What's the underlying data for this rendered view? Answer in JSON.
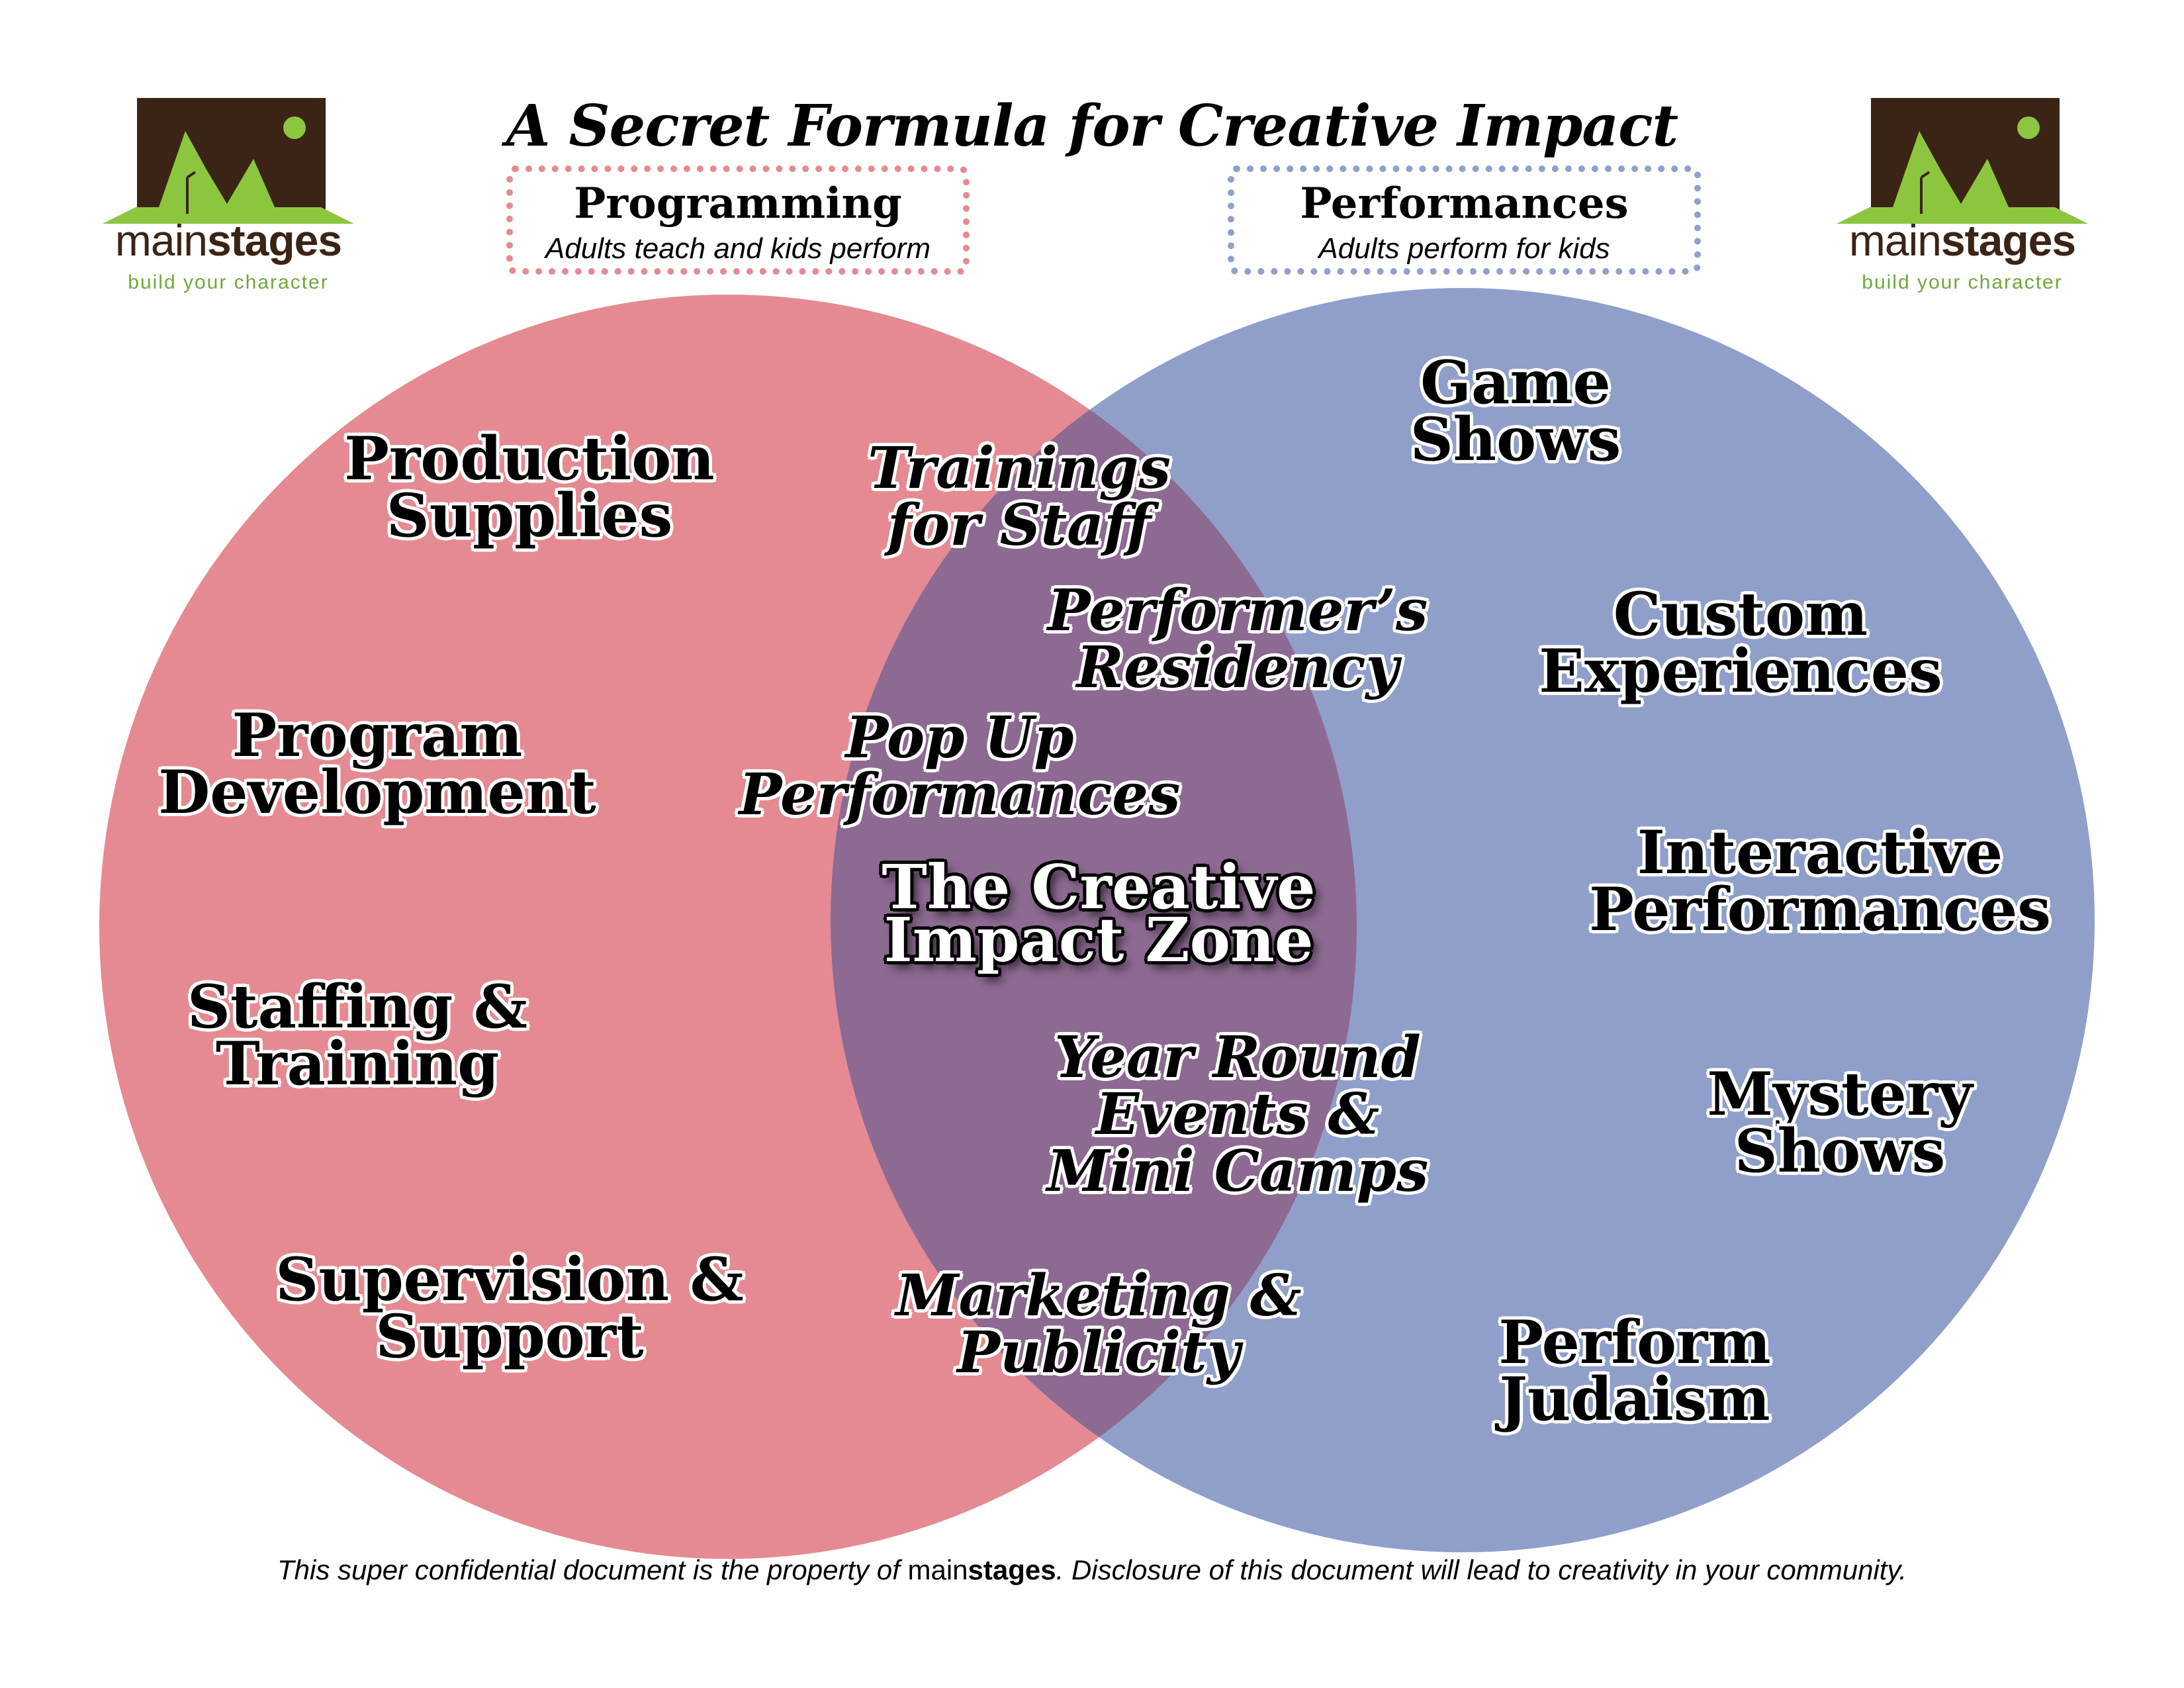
{
  "title": "A Secret Formula for Creative Impact",
  "colors": {
    "programming_circle": "#e58a92",
    "performances_circle": "#8f9fca",
    "overlap": "#8d6a92",
    "logo_brown": "#3b2416",
    "logo_green": "#8cc63f"
  },
  "logo": {
    "name_part1": "main",
    "name_part2": "stages",
    "tagline": "build your character",
    "icon": "mountains-sun-icon"
  },
  "categories": {
    "programming": {
      "title": "Programming",
      "subtitle": "Adults teach and kids perform"
    },
    "performances": {
      "title": "Performances",
      "subtitle": "Adults perform for kids"
    }
  },
  "programming_items": [
    [
      "Production",
      "Supplies"
    ],
    [
      "Program",
      "Development"
    ],
    [
      "Staffing &",
      "Training"
    ],
    [
      "Supervision &",
      "Support"
    ]
  ],
  "overlap_items": [
    [
      "Trainings",
      "for Staff"
    ],
    [
      "Performer’s",
      "Residency"
    ],
    [
      "Pop Up",
      "Performances"
    ],
    [
      "Year Round",
      "Events &",
      "Mini Camps"
    ],
    [
      "Marketing &",
      "Publicity"
    ]
  ],
  "zone": [
    "The Creative",
    "Impact Zone"
  ],
  "performances_items": [
    [
      "Game",
      "Shows"
    ],
    [
      "Custom",
      "Experiences"
    ],
    [
      "Interactive",
      "Performances"
    ],
    [
      "Mystery",
      "Shows"
    ],
    [
      "Perform",
      "Judaism"
    ]
  ],
  "footer": {
    "before": "This super confidential document is the property of ",
    "brand_part1": "main",
    "brand_part2": "stages",
    "after": ". Disclosure of this document will lead to creativity in your community."
  }
}
